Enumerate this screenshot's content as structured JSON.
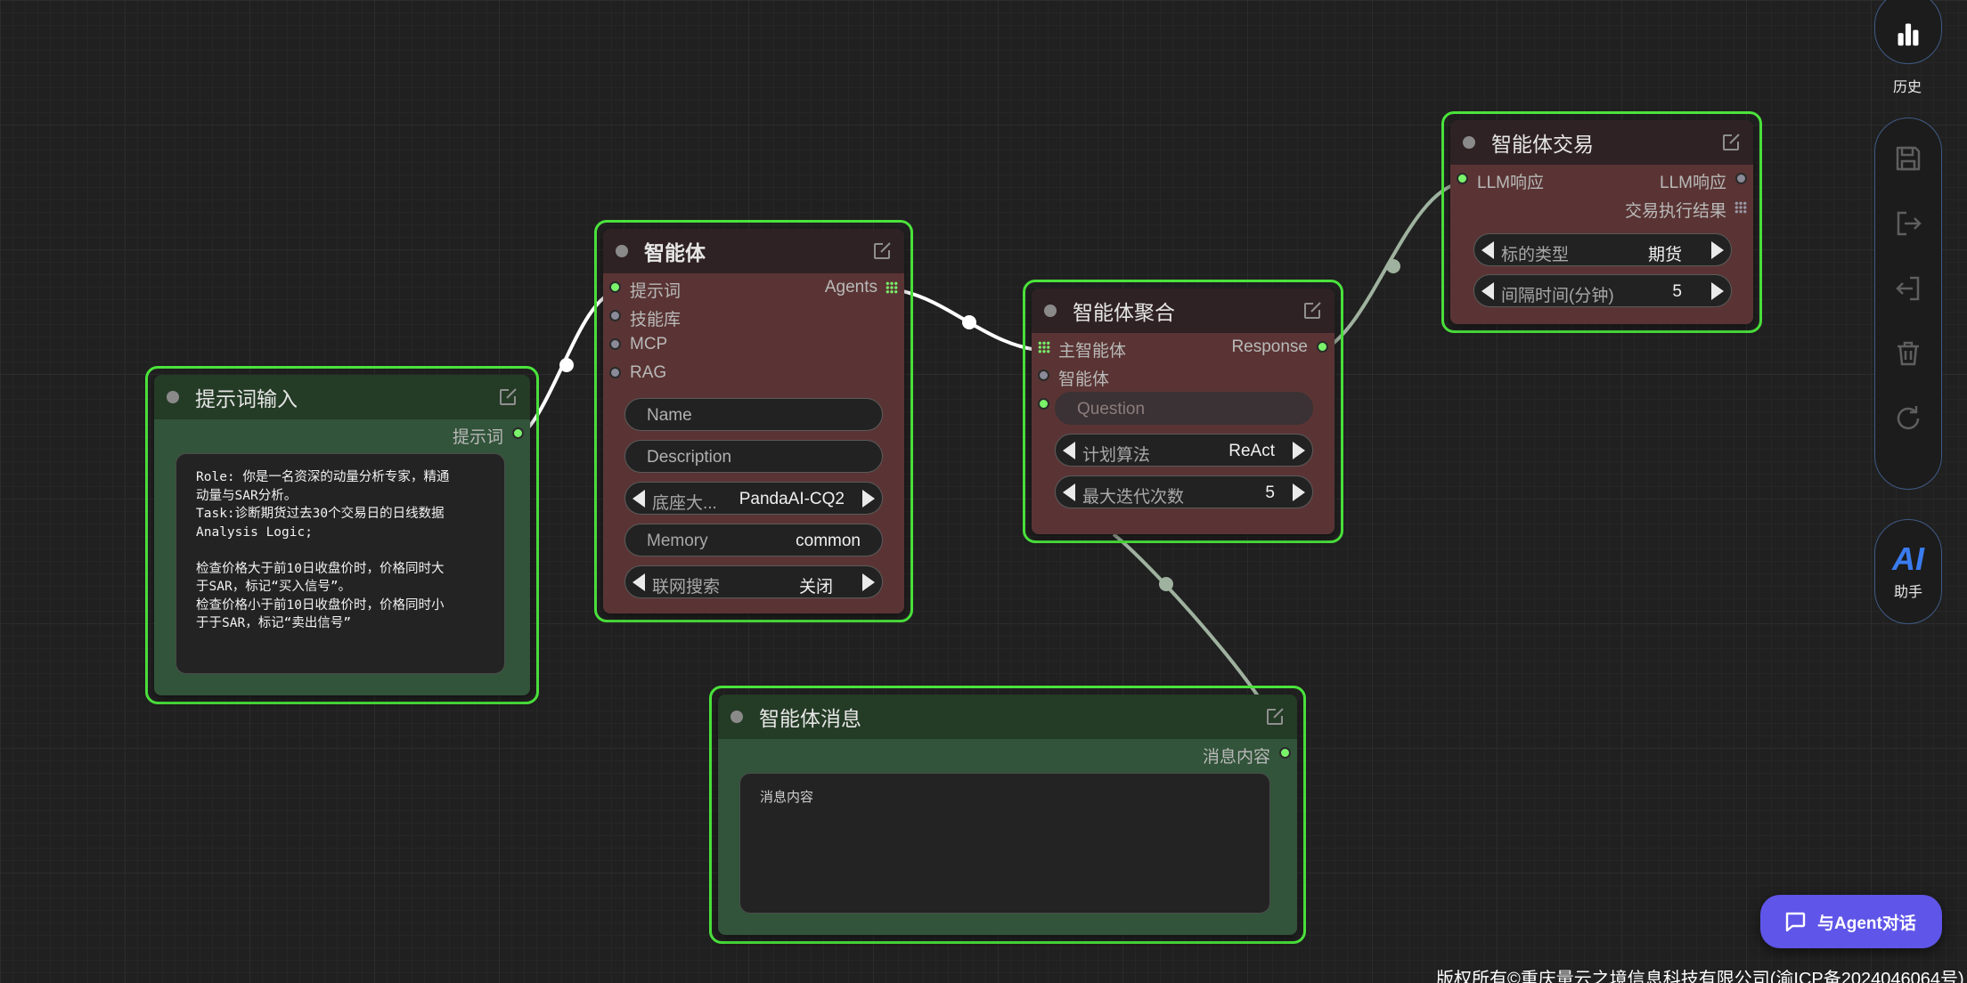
{
  "colors": {
    "accent_green": "#4be33c",
    "port_on": "#7af36b",
    "chat_button": "#5f55e8"
  },
  "prompt_node": {
    "title": "提示词输入",
    "output_port": "提示词",
    "text": "Role: 你是一名资深的动量分析专家，精通\n动量与SAR分析。\nTask:诊断期货过去30个交易日的日线数据\nAnalysis Logic;\n\n检查价格大于前10日收盘价时，价格同时大\n于SAR，标记“买入信号”。\n检查价格小于前10日收盘价时，价格同时小\n于于SAR，标记“卖出信号”"
  },
  "agent_node": {
    "title": "智能体",
    "inputs": [
      "提示词",
      "技能库",
      "MCP",
      "RAG"
    ],
    "output_port": "Agents",
    "name_field": "Name",
    "description_field": "Description",
    "base_model": {
      "label": "底座大...",
      "value": "PandaAI-CQ2"
    },
    "memory": {
      "label": "Memory",
      "value": "common"
    },
    "web_search": {
      "label": "联网搜索",
      "value": "关闭"
    }
  },
  "aggregate_node": {
    "title": "智能体聚合",
    "inputs": [
      "主智能体",
      "智能体"
    ],
    "output_port": "Response",
    "question_placeholder": "Question",
    "planning": {
      "label": "计划算法",
      "value": "ReAct"
    },
    "max_iter": {
      "label": "最大迭代次数",
      "value": "5"
    }
  },
  "trade_node": {
    "title": "智能体交易",
    "input_port": "LLM响应",
    "output_ports": [
      "LLM响应",
      "交易执行结果"
    ],
    "target_type": {
      "label": "标的类型",
      "value": "期货"
    },
    "interval": {
      "label": "间隔时间(分钟)",
      "value": "5"
    }
  },
  "message_node": {
    "title": "智能体消息",
    "output_port": "消息内容",
    "text": "消息内容"
  },
  "sidebar": {
    "history_label": "历史",
    "ai_label": "AI",
    "assistant_label": "助手"
  },
  "chat_button_label": "与Agent对话",
  "footer": "版权所有©重庆量云之境信息科技有限公司(渝ICP备2024046064号)"
}
